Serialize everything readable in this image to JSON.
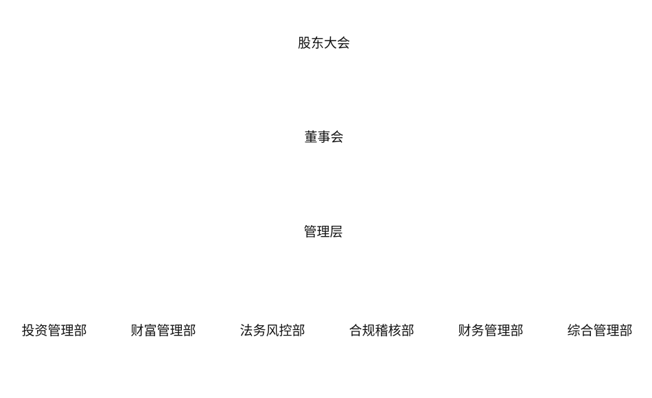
{
  "org_chart": {
    "shareholders": "股东大会",
    "board": "董事会",
    "management": "管理层",
    "departments": [
      "投资管理部",
      "财富管理部",
      "法务风控部",
      "合规稽核部",
      "财务管理部",
      "综合管理部"
    ]
  },
  "colors": {
    "background": "#ffffff",
    "text": "#111111"
  }
}
